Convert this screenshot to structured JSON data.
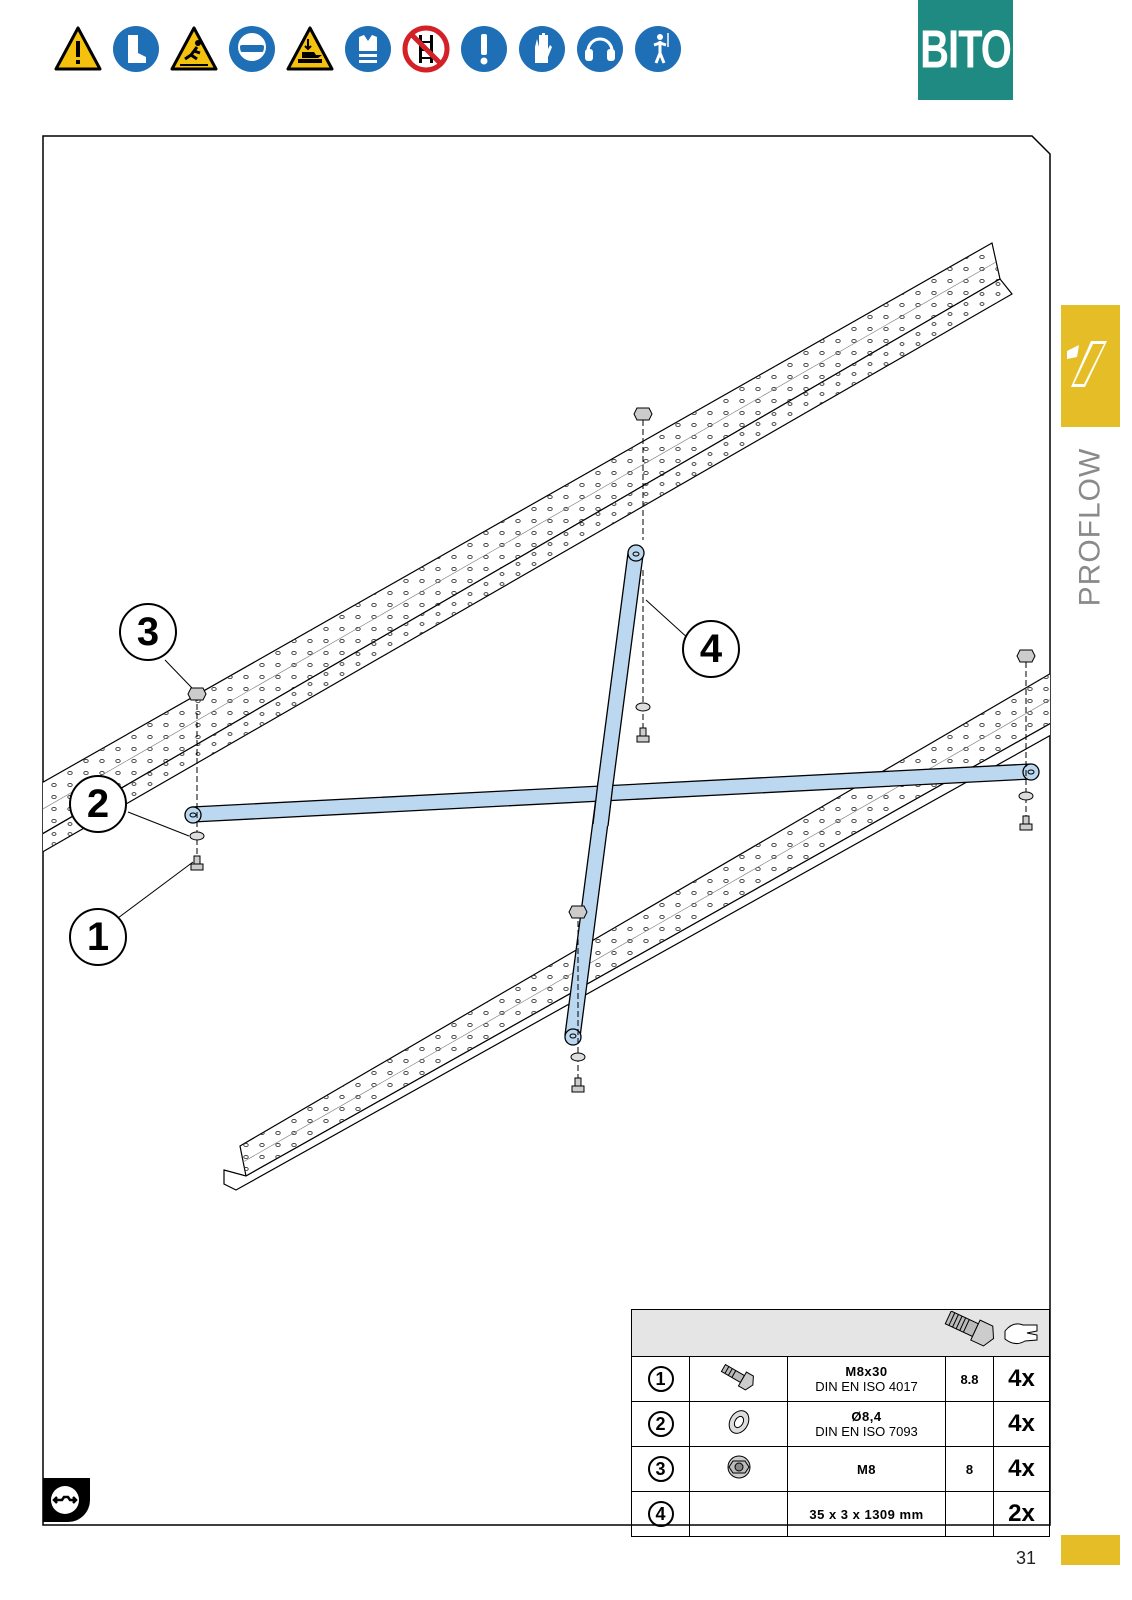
{
  "brand": {
    "name": "BITO",
    "color": "#1f8a82"
  },
  "colors": {
    "accent_yellow": "#e5bd27",
    "beam_blue": "#bcd8f0",
    "sign_blue": "#1e6fb5",
    "warning_yellow": "#f4c20d"
  },
  "safety_icons": [
    "general-warning-icon",
    "safety-boots-icon",
    "slip-hazard-icon",
    "eye-protection-icon",
    "hand-crush-warning-icon",
    "hi-vis-vest-icon",
    "no-climbing-icon",
    "mandatory-action-icon",
    "protective-gloves-icon",
    "ear-protection-icon",
    "fall-harness-icon"
  ],
  "side_tab": {
    "label": "PROFLOW"
  },
  "page": {
    "number": "31"
  },
  "callouts": [
    "1",
    "2",
    "3",
    "4"
  ],
  "parts_table": {
    "rows": [
      {
        "item": "1",
        "icon": "hex-bolt-icon",
        "spec": "M8x30",
        "standard": "DIN EN ISO 4017",
        "grade": "8.8",
        "qty": "4x"
      },
      {
        "item": "2",
        "icon": "washer-icon",
        "spec": "Ø8,4",
        "standard": "DIN EN ISO 7093",
        "grade": "",
        "qty": "4x"
      },
      {
        "item": "3",
        "icon": "flange-nut-icon",
        "spec": "M8",
        "standard": "",
        "grade": "8",
        "qty": "4x"
      },
      {
        "item": "4",
        "icon": "",
        "spec": "35 x 3 x 1309 mm",
        "standard": "",
        "grade": "",
        "qty": "2x"
      }
    ]
  }
}
